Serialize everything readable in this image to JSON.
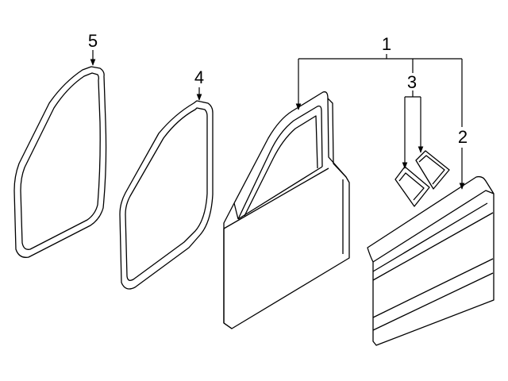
{
  "diagram": {
    "type": "parts-exploded-view",
    "colors": {
      "line": "#000000",
      "background": "#ffffff"
    },
    "callouts": [
      {
        "id": "c5",
        "label": "5",
        "points_to": "weatherstrip-outer"
      },
      {
        "id": "c4",
        "label": "4",
        "points_to": "weatherstrip-inner"
      },
      {
        "id": "c1",
        "label": "1",
        "points_to": [
          "door-shell",
          "door-skin-panel"
        ]
      },
      {
        "id": "c3",
        "label": "3",
        "points_to": [
          "tape-upper",
          "tape-lower"
        ]
      },
      {
        "id": "c2",
        "label": "2",
        "points_to": "door-skin-panel"
      }
    ]
  }
}
